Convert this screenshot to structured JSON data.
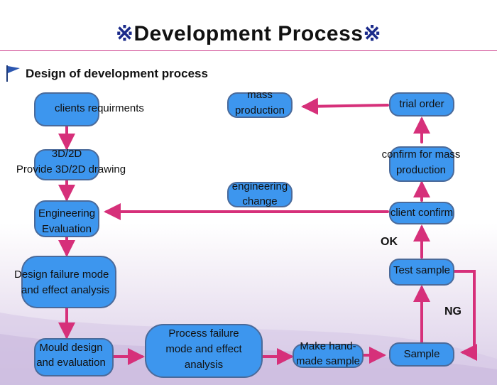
{
  "header": {
    "title": "Development Process",
    "title_mark": "※"
  },
  "section": {
    "subtitle": "Design of development process"
  },
  "steps": {
    "clients": {
      "line1": "clients requirments"
    },
    "drawing": {
      "line1": "3D/2D",
      "line2": "Provide 3D/2D drawing"
    },
    "eng_eval": {
      "line1": "Engineering",
      "line2": "Evaluation"
    },
    "dfmea": {
      "line1": "Design failure mode",
      "line2": "and effect analysis"
    },
    "mould": {
      "line1": "Mould design",
      "line2": "and evaluation"
    },
    "pfmea": {
      "line1": "Process failure",
      "line2": "mode and effect",
      "line3": "analysis"
    },
    "handmade": {
      "line1": "Make hand-",
      "line2": "made sample"
    },
    "sample": {
      "line1": "Sample"
    },
    "test": {
      "line1": "Test sample"
    },
    "client_confirm": {
      "line1": "client confirm"
    },
    "confirm_mass": {
      "line1": "confirm for mass",
      "line2": "production"
    },
    "trial": {
      "line1": "trial order"
    },
    "mass": {
      "line1": "mass",
      "line2": "production"
    },
    "eng_change": {
      "line1": "engineering",
      "line2": "change"
    }
  },
  "labels": {
    "ok": "OK",
    "ng": "NG"
  },
  "colors": {
    "box": "#3d96ee",
    "box_border": "#4a6a9a",
    "arrow": "#d6307a",
    "accent": "#1a2a8a"
  }
}
